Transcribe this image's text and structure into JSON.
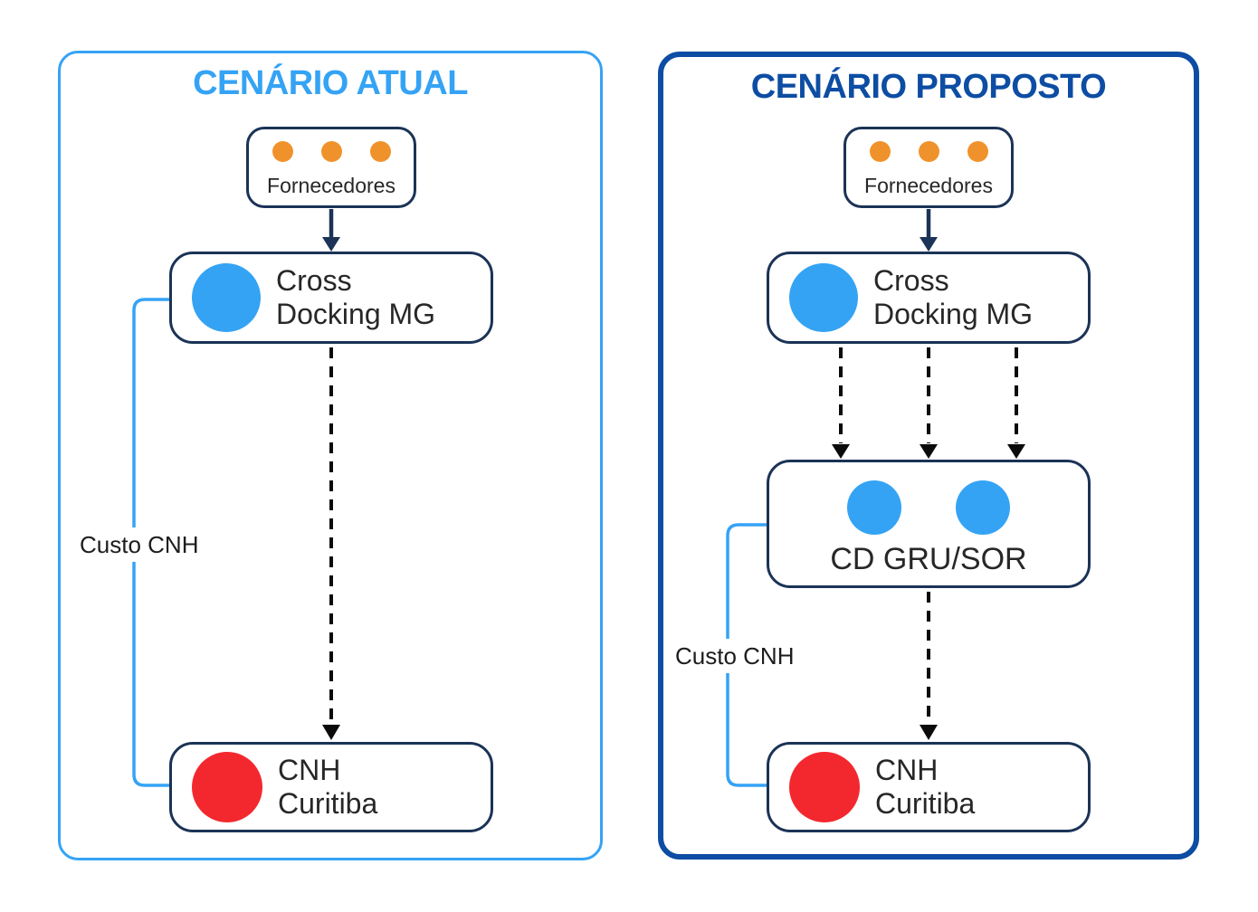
{
  "colors": {
    "light_blue": "#35A3F5",
    "dark_blue": "#0D4DA3",
    "navy_border": "#1B3356",
    "orange_dot": "#F0922B",
    "blue_circle": "#34A3F4",
    "red_circle": "#F3282E",
    "dashed_line": "#0B0B0B",
    "text": "#272727",
    "background": "#FFFFFF"
  },
  "panels": {
    "atual": {
      "title": "CENÁRIO ATUAL",
      "nodes": {
        "fornecedores": {
          "label": "Fornecedores",
          "dot_count": 3
        },
        "cross_docking": {
          "lines": [
            "Cross",
            "Docking MG"
          ]
        },
        "cnh": {
          "lines": [
            "CNH",
            "Curitiba"
          ]
        }
      },
      "bracket_label": "Custo CNH",
      "flows": [
        "Fornecedores → Cross Docking MG (solid arrow)",
        "Cross Docking MG ⇢ CNH Curitiba (dashed arrow)"
      ]
    },
    "proposto": {
      "title": "CENÁRIO PROPOSTO",
      "nodes": {
        "fornecedores": {
          "label": "Fornecedores",
          "dot_count": 3
        },
        "cross_docking": {
          "lines": [
            "Cross",
            "Docking MG"
          ]
        },
        "cd_gru_sor": {
          "label": "CD GRU/SOR",
          "circle_count": 2
        },
        "cnh": {
          "lines": [
            "CNH",
            "Curitiba"
          ]
        }
      },
      "bracket_label": "Custo CNH",
      "flows": [
        "Fornecedores → Cross Docking MG (solid arrow)",
        "Cross Docking MG ⇢ CD GRU/SOR (3 dashed arrows)",
        "CD GRU/SOR ⇢ CNH Curitiba (dashed arrow)"
      ]
    }
  }
}
